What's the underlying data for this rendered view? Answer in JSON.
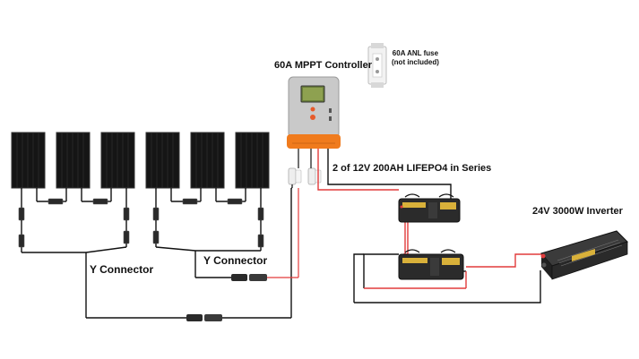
{
  "labels": {
    "controller": "60A MPPT Controller",
    "fuse_line1": "60A ANL fuse",
    "fuse_line2": "(not included)",
    "batteries": "2 of 12V 200AH LIFEPO4 in Series",
    "inverter": "24V 3000W Inverter",
    "y_connector_left": "Y Connector",
    "y_connector_right": "Y Connector"
  },
  "components": {
    "solar_panel_count": 6,
    "battery_count": 2,
    "inverter_count": 1,
    "controller_count": 1,
    "fuse_count": 1
  },
  "colors": {
    "positive_wire": "#e23b3b",
    "negative_wire": "#111111",
    "controller_body": "#c9c9c9",
    "controller_accent": "#f07b1d",
    "battery_body": "#2b2b2b",
    "battery_label": "#d9b13a"
  }
}
